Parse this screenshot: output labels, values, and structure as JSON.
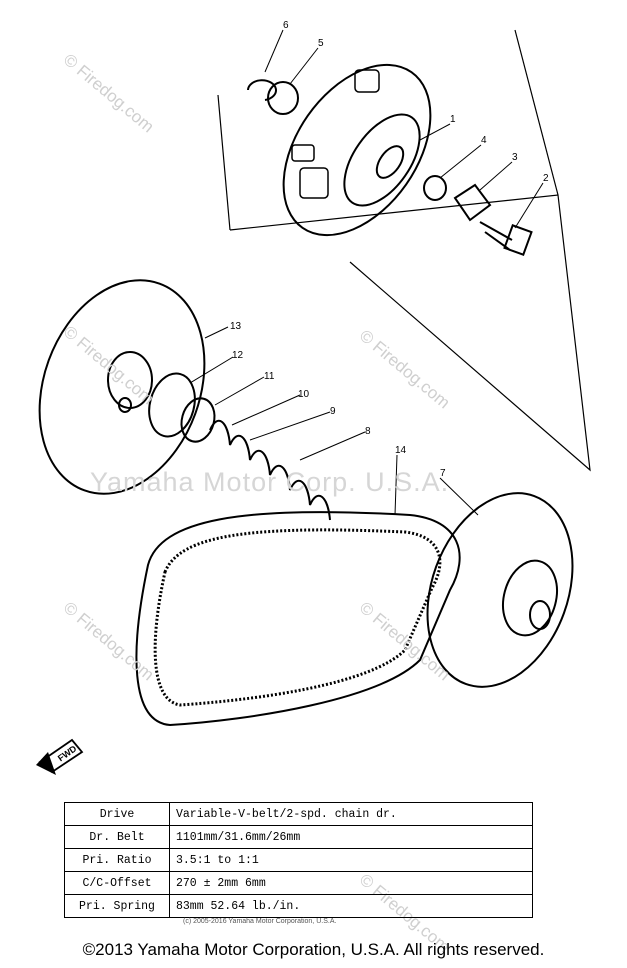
{
  "watermarks": {
    "small": "© Firedog.com",
    "center": "Yamaha Motor Corp. U.S.A."
  },
  "callouts": [
    "1",
    "2",
    "3",
    "4",
    "5",
    "6",
    "7",
    "8",
    "9",
    "10",
    "11",
    "12",
    "13",
    "14"
  ],
  "fwd_label": "FWD",
  "spec_table": {
    "rows": [
      {
        "label": "Drive",
        "value": "Variable-V-belt/2-spd. chain dr."
      },
      {
        "label": "Dr. Belt",
        "value": "1101mm/31.6mm/26mm"
      },
      {
        "label": "Pri. Ratio",
        "value": "3.5:1  to  1:1"
      },
      {
        "label": "C/C-Offset",
        "value": "270 ± 2mm        6mm"
      },
      {
        "label": "Pri. Spring",
        "value": "83mm        52.64 lb./in."
      }
    ]
  },
  "table_copyright": "(c) 2005-2016 Yamaha Motor Corporation, U.S.A.",
  "footer": "©2013 Yamaha Motor Corporation, U.S.A. All rights reserved."
}
